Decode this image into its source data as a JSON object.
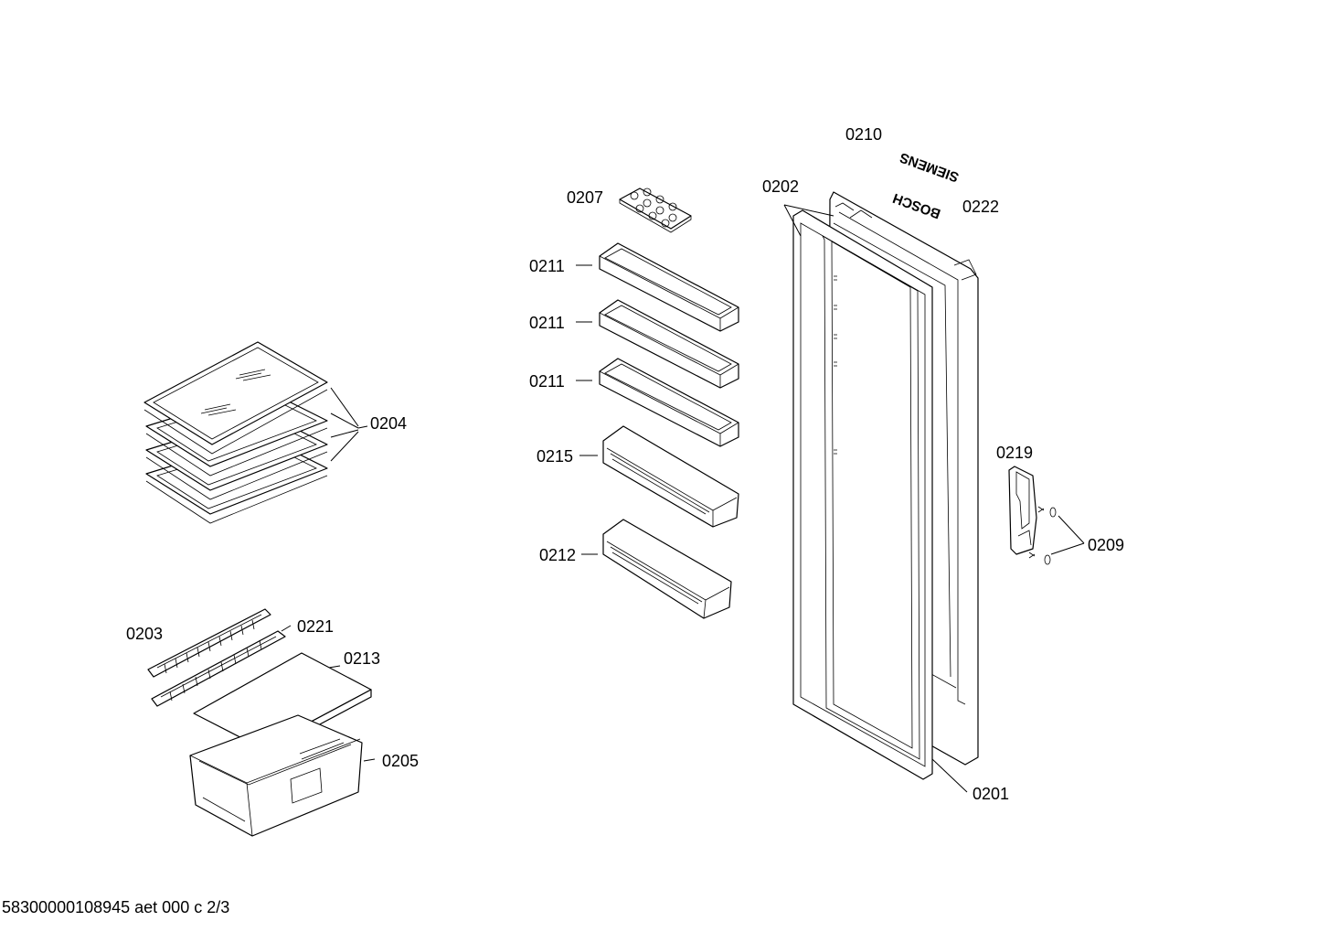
{
  "labels": {
    "p0201": "0201",
    "p0202": "0202",
    "p0203": "0203",
    "p0204": "0204",
    "p0205": "0205",
    "p0207": "0207",
    "p0209": "0209",
    "p0210": "0210",
    "p0211_a": "0211",
    "p0211_b": "0211",
    "p0211_c": "0211",
    "p0212": "0212",
    "p0213": "0213",
    "p0215": "0215",
    "p0219": "0219",
    "p0221": "0221",
    "p0222": "0222"
  },
  "brands": {
    "siemens": "SIEMENS",
    "bosch": "BOSCH"
  },
  "footer": "58300000108945 aet 000 c 2/3"
}
